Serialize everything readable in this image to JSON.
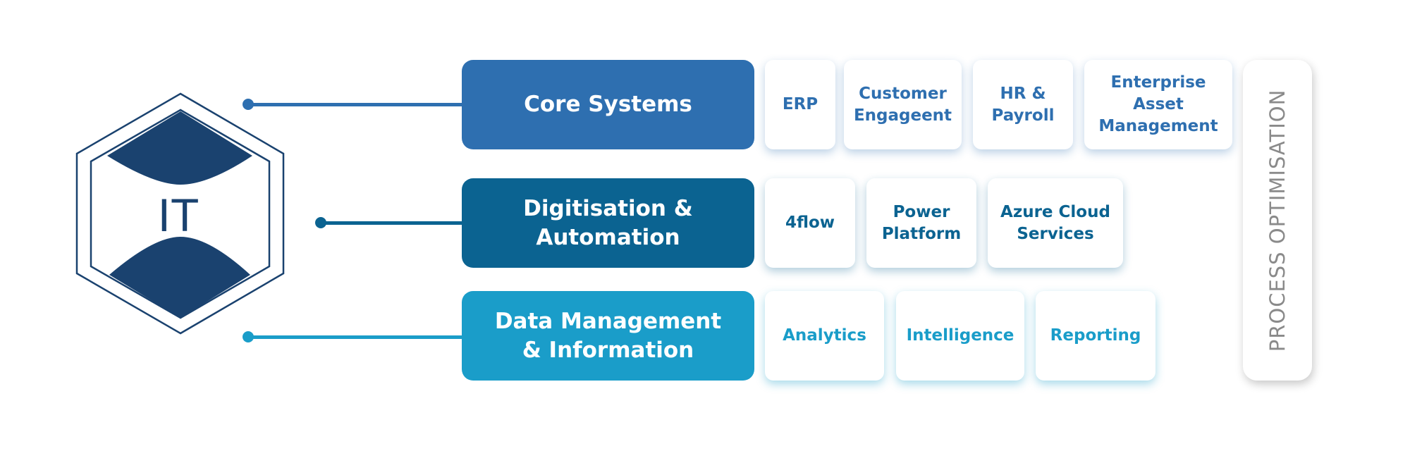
{
  "logo": {
    "label": "IT",
    "dark_color": "#1a426f"
  },
  "process": {
    "label": "PROCESS OPTIMISATION",
    "color": "#8a8a8a"
  },
  "rows": [
    {
      "category": "Core Systems",
      "color": "#2e6fb0",
      "items": [
        "ERP",
        "Customer\nEngageent",
        "HR &\nPayroll",
        "Enterprise\nAsset\nManagement"
      ]
    },
    {
      "category": "Digitisation &\nAutomation",
      "color": "#0b6391",
      "items": [
        "4flow",
        "Power\nPlatform",
        "Azure Cloud\nServices"
      ]
    },
    {
      "category": "Data Management\n& Information",
      "color": "#1a9dc9",
      "items": [
        "Analytics",
        "Intelligence",
        "Reporting"
      ]
    }
  ]
}
